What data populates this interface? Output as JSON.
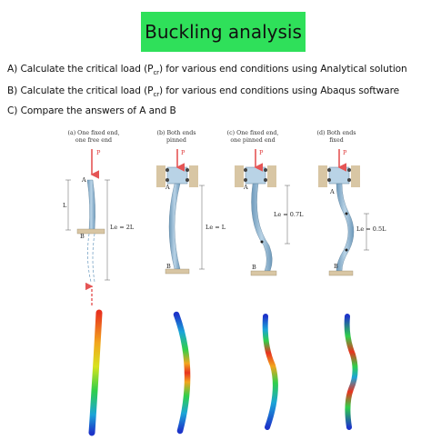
{
  "title": "Buckling analysis",
  "tasks": [
    {
      "prefix": "A) Calculate the critical load (P",
      "sub": "cr",
      "suffix": ") for various end conditions using Analytical solution"
    },
    {
      "prefix": "B) Calculate the critical load (P",
      "sub": "cr",
      "suffix": ") for various end conditions using Abaqus software"
    },
    {
      "prefix": "C) Compare the answers of A and B",
      "sub": "",
      "suffix": ""
    }
  ],
  "cases": [
    {
      "caption_line1": "(a) One fixed end,",
      "caption_line2": "one free end",
      "eff_length": "Le = 2L"
    },
    {
      "caption_line1": "(b) Both ends",
      "caption_line2": "pinned",
      "eff_length": "Le = L"
    },
    {
      "caption_line1": "(c) One fixed end,",
      "caption_line2": "one pinned end",
      "eff_length": "Le = 0.7L"
    },
    {
      "caption_line1": "(d) Both ends",
      "caption_line2": "fixed",
      "eff_length": "Le = 0.5L"
    }
  ],
  "labels": {
    "load": "P",
    "top": "A",
    "bottom": "B",
    "length": "L"
  },
  "colors": {
    "title_bg": "#2fe05a",
    "column": "#8fb4cf",
    "load_arrow": "#e55555",
    "support": "#d8c6a4"
  }
}
